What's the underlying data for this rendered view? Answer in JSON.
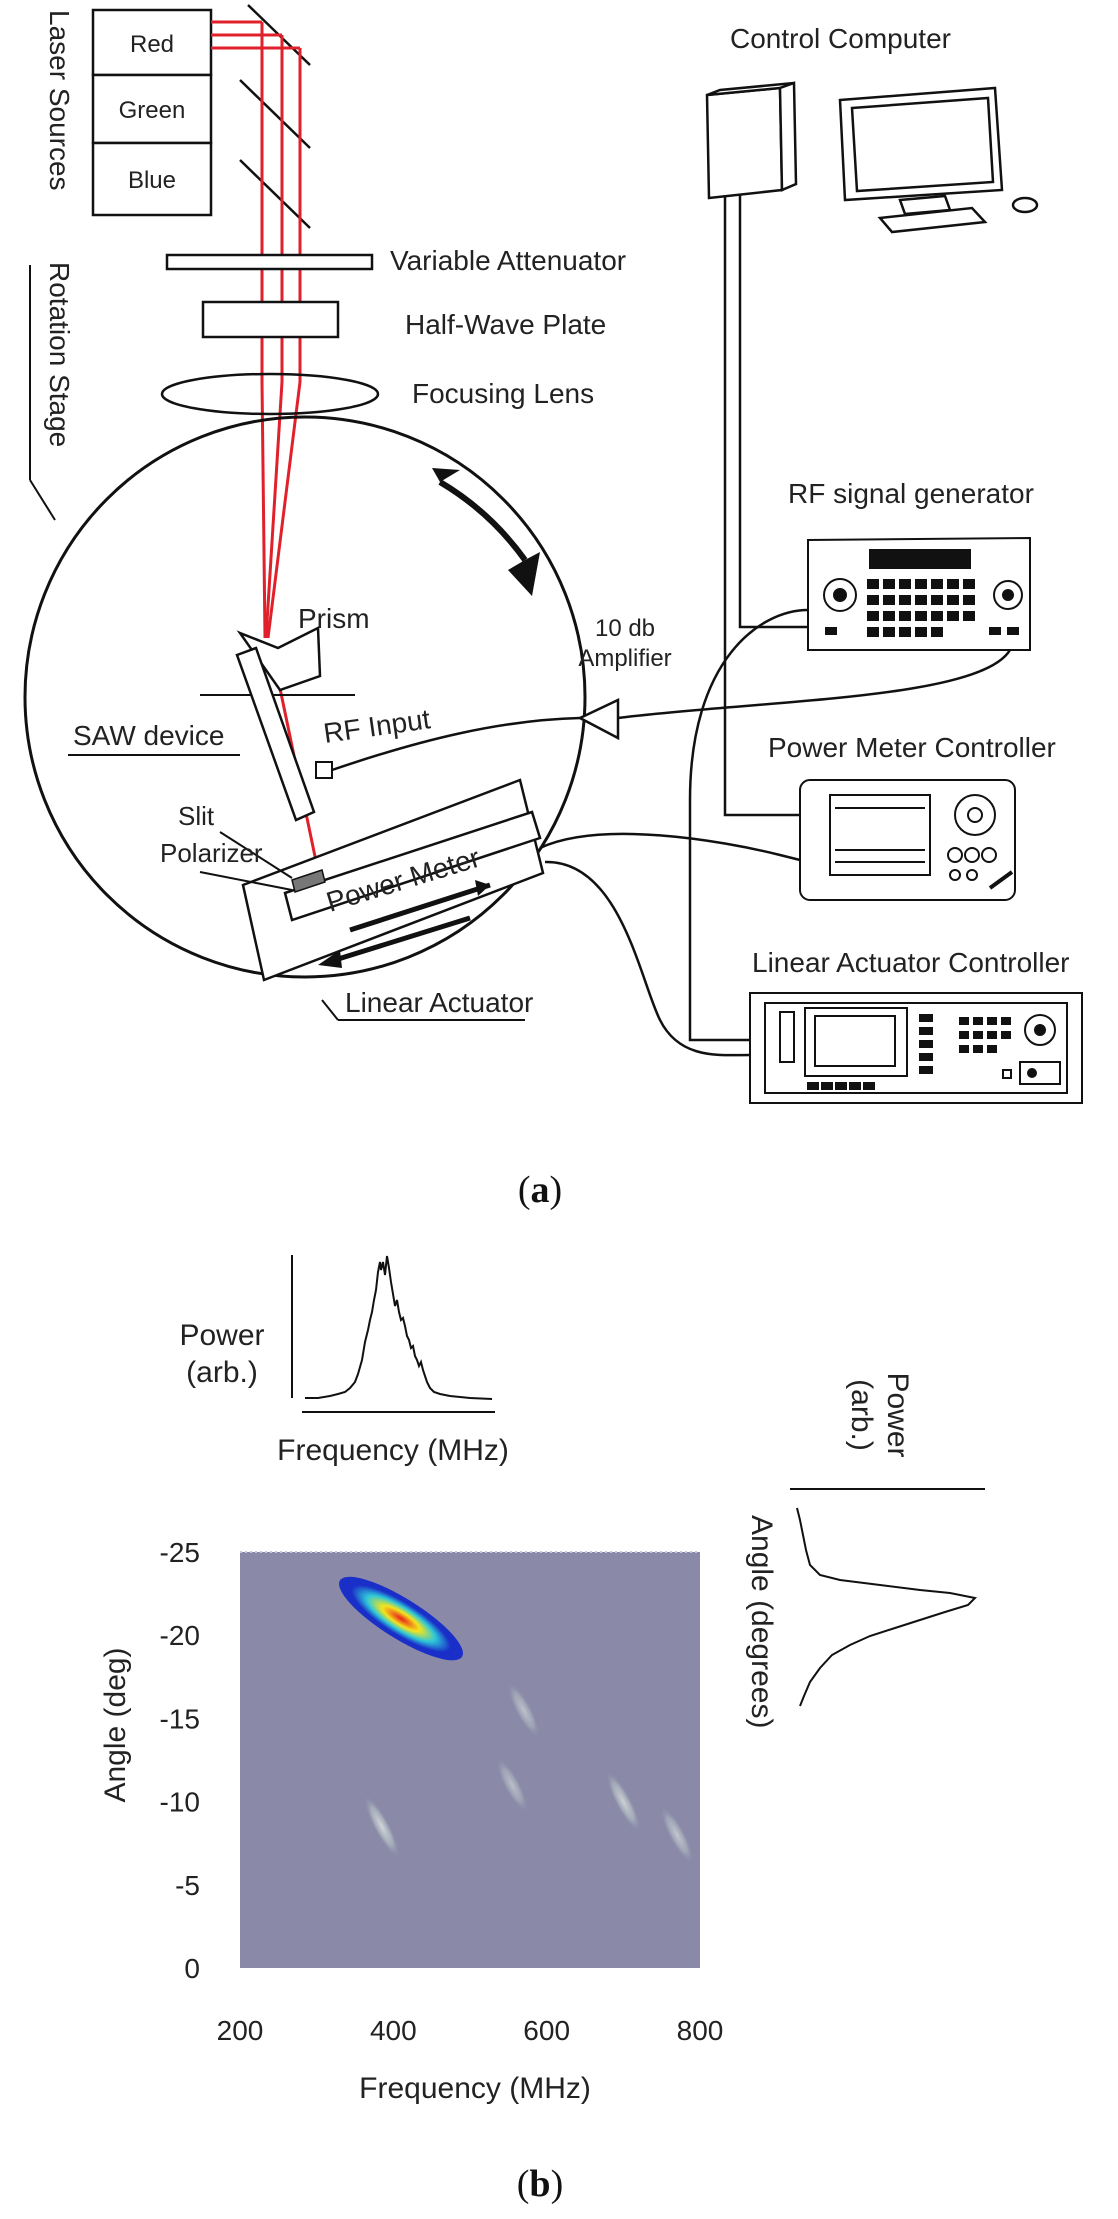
{
  "panel_a": {
    "caption_prefix": "(",
    "caption_letter": "a",
    "caption_suffix": ")",
    "laser_sources": {
      "title": "Laser Sources",
      "red": "Red",
      "green": "Green",
      "blue": "Blue"
    },
    "labels": {
      "variable_attenuator": "Variable Attenuator",
      "half_wave_plate": "Half-Wave Plate",
      "focusing_lens": "Focusing Lens",
      "rotation_stage": "Rotation Stage",
      "prism": "Prism",
      "saw_device": "SAW device",
      "rf_input": "RF Input",
      "amplifier_line1": "10 db",
      "amplifier_line2": "Amplifier",
      "slit": "Slit",
      "polarizer": "Polarizer",
      "power_meter": "Power Meter",
      "linear_actuator": "Linear Actuator",
      "control_computer": "Control Computer",
      "rf_signal_generator": "RF signal generator",
      "power_meter_controller": "Power Meter Controller",
      "linear_actuator_controller": "Linear Actuator Controller"
    },
    "colors": {
      "laser": "#e0202a",
      "line": "#111111"
    }
  },
  "panel_b": {
    "caption_prefix": "(",
    "caption_letter": "b",
    "caption_suffix": ")",
    "top_inset": {
      "ylabel_line1": "Power",
      "ylabel_line2": "(arb.)",
      "xlabel": "Frequency (MHz)"
    },
    "side_inset": {
      "label_line1": "Power",
      "label_line2": "(arb.)",
      "axis_label": "Angle (degrees)"
    },
    "colors": {
      "background": "#8a8aa8",
      "hot": "#e8201c",
      "warm": "#f4e41c",
      "cool": "#1a2ec8"
    }
  },
  "chart_data": {
    "type": "heatmap",
    "xlabel": "Frequency (MHz)",
    "ylabel": "Angle (deg)",
    "xlim": [
      200,
      800
    ],
    "ylim": [
      0,
      -25
    ],
    "xticks": [
      "200",
      "400",
      "600",
      "800"
    ],
    "yticks": [
      "-25",
      "-20",
      "-15",
      "-10",
      "-5",
      "0"
    ],
    "hotspots": [
      {
        "frequency": 410,
        "angle": -21,
        "intensity": 1.0
      },
      {
        "frequency": 385,
        "angle": -8.5,
        "intensity": 0.35
      },
      {
        "frequency": 700,
        "angle": -10,
        "intensity": 0.3
      },
      {
        "frequency": 770,
        "angle": -8,
        "intensity": 0.2
      },
      {
        "frequency": 570,
        "angle": -15.5,
        "intensity": 0.15
      },
      {
        "frequency": 555,
        "angle": -11,
        "intensity": 0.12
      }
    ]
  }
}
